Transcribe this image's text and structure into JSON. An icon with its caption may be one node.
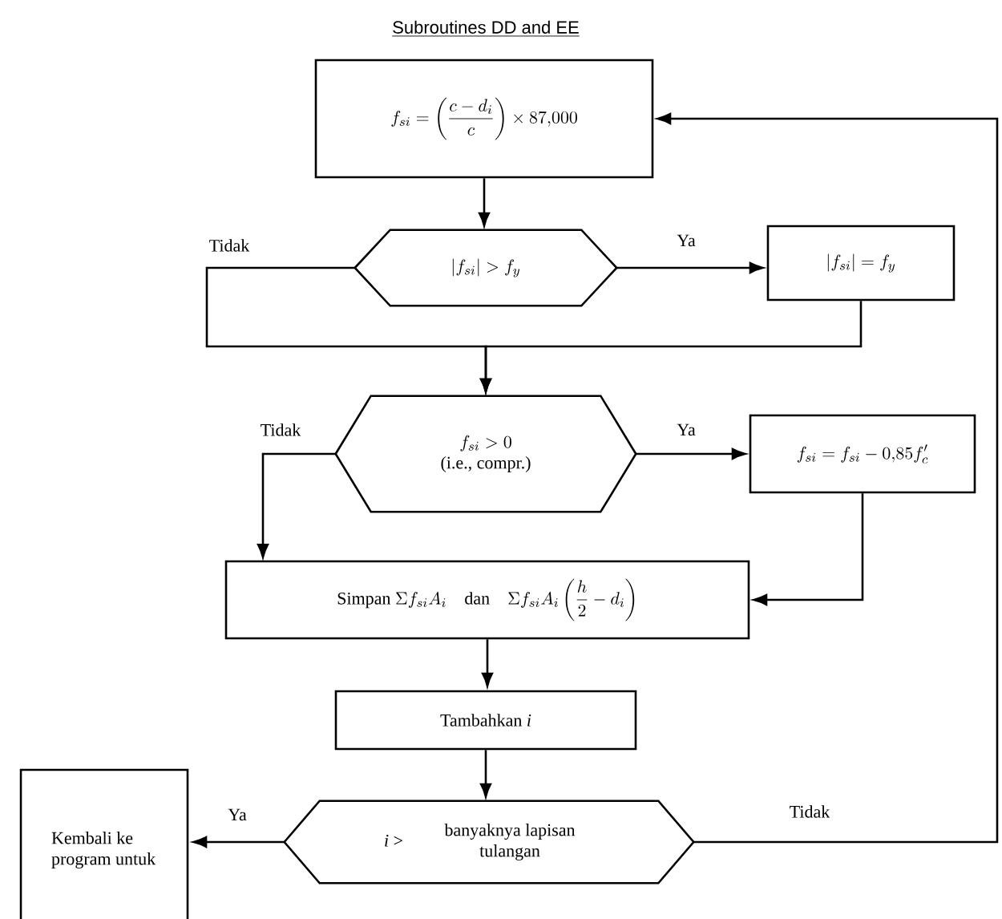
{
  "diagram": {
    "title": "Subroutines DD and EE",
    "nodes": [
      {
        "text": [
          "f_{si} = \\left(\\dfrac{c - d_i}{c}\\right) \\times 87{,}000"
        ]
      },
      {
        "text": [
          "|f_{si}| > f_y"
        ]
      },
      {
        "text": [
          "|f_{si}| = f_y"
        ]
      },
      {
        "text": [
          "f_{si} > 0",
          "(i.e., compr.)"
        ]
      },
      {
        "text": [
          "f_{si} = f_{si} - 0{,}85f'_c"
        ]
      },
      {
        "text": [
          "\\text{Simpan } \\Sigma f_{si}A_i \\quad \\text{dan} \\quad \\Sigma f_{si}A_i\\left(\\dfrac{h}{2} - d_i\\right)"
        ]
      },
      {
        "text": [
          "Tambahkan *i*"
        ]
      },
      {
        "text": [
          "*i* >",
          "banyaknya lapisan tulangan"
        ]
      },
      {
        "text": [
          "Kembali ke program untuk"
        ]
      }
    ],
    "edges": [
      {
        "from": 0,
        "to": 1,
        "arrow": "to"
      },
      {
        "from": 1,
        "to": 2,
        "arrow": "to",
        "label": "Ya"
      },
      {
        "from": 1,
        "to": 3,
        "arrow": "to",
        "label": "Tidak"
      },
      {
        "from": 2,
        "to": 3,
        "arrow": "to"
      },
      {
        "from": 3,
        "to": 4,
        "arrow": "to",
        "label": "Ya"
      },
      {
        "from": 3,
        "to": 5,
        "arrow": "to",
        "label": "Tidak"
      },
      {
        "from": 4,
        "to": 5,
        "arrow": "to"
      },
      {
        "from": 5,
        "to": 6,
        "arrow": "to"
      },
      {
        "from": 6,
        "to": 7,
        "arrow": "to"
      },
      {
        "from": 7,
        "to": 8,
        "arrow": "to",
        "label": "Ya"
      },
      {
        "from": 7,
        "to": 0,
        "arrow": "to",
        "label": "Tidak"
      }
    ]
  }
}
